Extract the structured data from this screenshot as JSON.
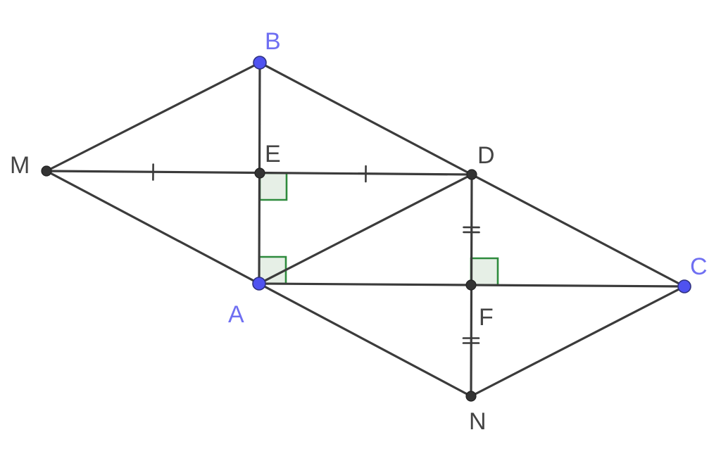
{
  "figure": {
    "colors": {
      "segment": "#3b3b3b",
      "dependent_point": "#333333",
      "free_point": "#4f52f0",
      "free_label": "#6f6ff2",
      "dependent_label": "#444444",
      "right_angle_stroke": "#2e8b3d",
      "right_angle_fill": "#e6efe6"
    },
    "points": [
      {
        "name": "B",
        "kind": "free"
      },
      {
        "name": "M",
        "kind": "dependent"
      },
      {
        "name": "E",
        "kind": "dependent"
      },
      {
        "name": "D",
        "kind": "dependent"
      },
      {
        "name": "A",
        "kind": "free"
      },
      {
        "name": "F",
        "kind": "dependent"
      },
      {
        "name": "C",
        "kind": "free"
      },
      {
        "name": "N",
        "kind": "dependent"
      }
    ],
    "segments": [
      [
        "M",
        "B"
      ],
      [
        "B",
        "D"
      ],
      [
        "M",
        "D"
      ],
      [
        "B",
        "A"
      ],
      [
        "M",
        "A"
      ],
      [
        "A",
        "D"
      ],
      [
        "A",
        "C"
      ],
      [
        "D",
        "C"
      ],
      [
        "D",
        "N"
      ],
      [
        "A",
        "N"
      ],
      [
        "N",
        "C"
      ]
    ],
    "equal_marks": [
      {
        "segment": [
          "M",
          "E"
        ],
        "count": 1
      },
      {
        "segment": [
          "E",
          "D"
        ],
        "count": 1
      },
      {
        "segment": [
          "D",
          "F"
        ],
        "count": 2
      },
      {
        "segment": [
          "F",
          "N"
        ],
        "count": 2
      }
    ],
    "right_angles": [
      "E",
      "A",
      "F"
    ]
  }
}
